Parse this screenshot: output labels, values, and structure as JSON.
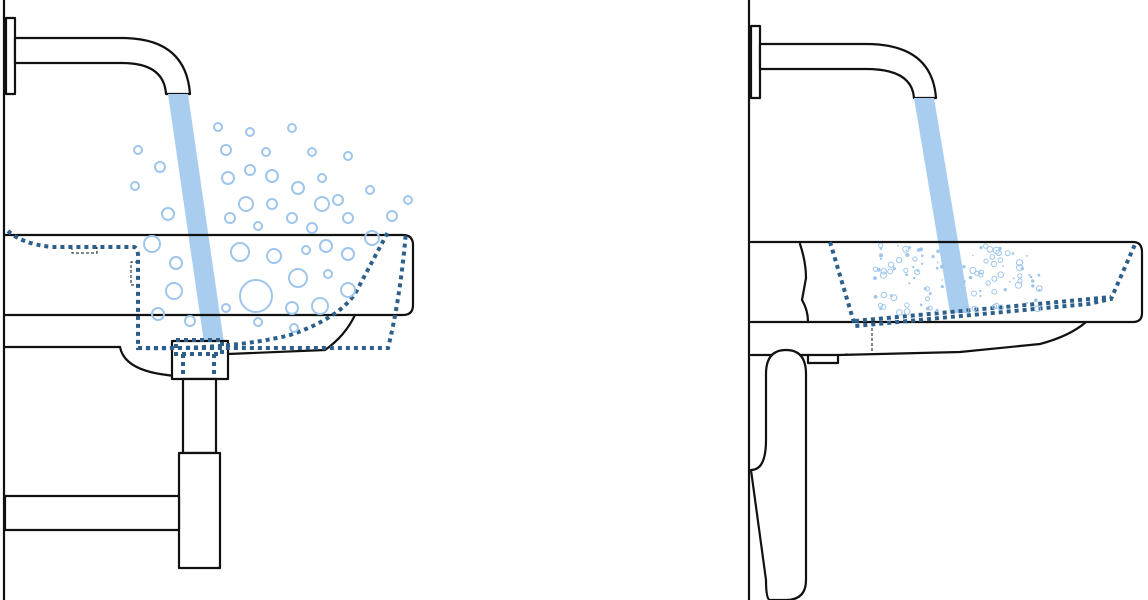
{
  "colors": {
    "line": "#111111",
    "water": "#a9cdee",
    "water_bubble": "#9ec6ec",
    "bowl_outline": "#2d5f8b",
    "background": "#ffffff"
  },
  "panels": [
    {
      "name": "deep-basin-with-splash",
      "shows": [
        "wall",
        "spout",
        "water-stream",
        "splash-bubbles",
        "basin",
        "bowl-outline",
        "drain",
        "bottle-trap",
        "waste-pipe"
      ]
    },
    {
      "name": "shallow-basin-with-mist",
      "shows": [
        "wall",
        "spout",
        "water-stream",
        "fine-mist",
        "basin",
        "bowl-outline",
        "drain",
        "bent-waste-pipe"
      ]
    }
  ],
  "icons": [
    "faucet-spout-icon",
    "bubble-icon",
    "drain-icon",
    "pipe-icon"
  ]
}
